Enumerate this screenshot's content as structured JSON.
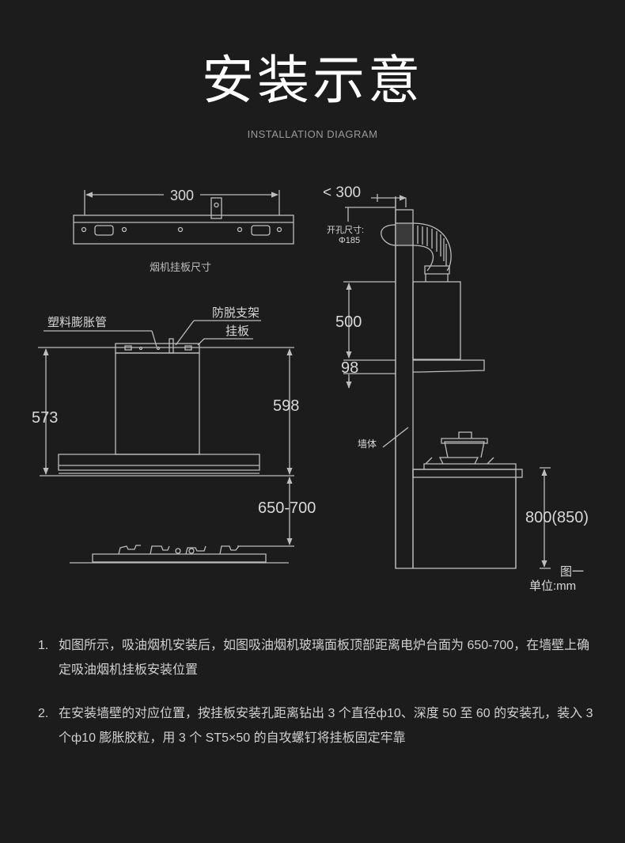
{
  "title": "安装示意",
  "subtitle": "INSTALLATION DIAGRAM",
  "bracket": {
    "width": "300",
    "caption": "烟机挂板尺寸"
  },
  "front_view": {
    "label_pipe": "塑料膨胀管",
    "label_anti": "防脱支架",
    "label_plate": "挂板",
    "dim_573": "573",
    "dim_598": "598",
    "dim_gap": "650-700"
  },
  "side_view": {
    "dim_300": "< 300",
    "hole_label": "开孔尺寸:",
    "hole_size": "Φ185",
    "dim_500": "500",
    "dim_98": "98",
    "wall_label": "墙体",
    "dim_counter": "800(850)",
    "figure_label": "图一",
    "unit_label": "单位:mm"
  },
  "notes": [
    {
      "num": "1.",
      "text": "如图所示，吸油烟机安装后，如图吸油烟机玻璃面板顶部距离电炉台面为 650-700，在墙壁上确定吸油烟机挂板安装位置"
    },
    {
      "num": "2.",
      "text": "在安装墙壁的对应位置，按挂板安装孔距离钻出 3 个直径ф10、深度 50 至 60 的安装孔，装入 3 个ф10 膨胀胶粒，用 3 个 ST5×50 的自攻螺钉将挂板固定牢靠"
    }
  ],
  "colors": {
    "background": "#1c1c1c",
    "line": "#bdbdbd",
    "text": "#d8d8d8"
  }
}
